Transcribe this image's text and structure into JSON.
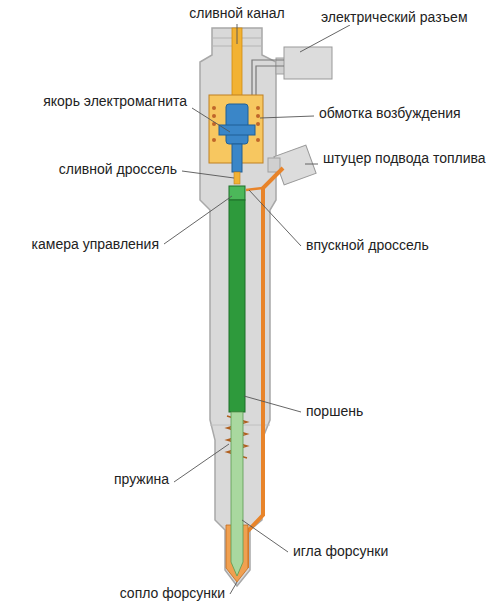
{
  "diagram": {
    "labels": [
      "сливной канал",
      "электрический разъем",
      "якорь электромагнита",
      "обмотка возбуждения",
      "сливной дроссель",
      "штуцер подвода топлива",
      "камера управления",
      "впускной дроссель",
      "поршень",
      "пружина",
      "игла форсунки",
      "сопло форсунки"
    ]
  }
}
